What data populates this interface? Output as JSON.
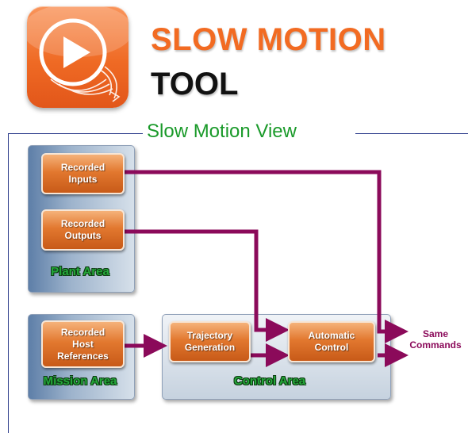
{
  "header": {
    "title_line1": "SLOW MOTION",
    "title_line2": "TOOL",
    "logo_icon": "play-button-icon",
    "accent_color": "#f26b22"
  },
  "view": {
    "title": "Slow Motion View",
    "title_color": "#1a9a2a"
  },
  "areas": {
    "plant": "Plant Area",
    "mission": "Mission Area",
    "control": "Control Area"
  },
  "blocks": {
    "recorded_inputs": "Recorded\nInputs",
    "recorded_outputs": "Recorded\nOutputs",
    "recorded_host_references": "Recorded\nHost\nReferences",
    "trajectory_generation": "Trajectory\nGeneration",
    "automatic_control": "Automatic\nControl"
  },
  "output": {
    "label": "Same\nCommands",
    "arrow_color": "#8b0a5a"
  }
}
